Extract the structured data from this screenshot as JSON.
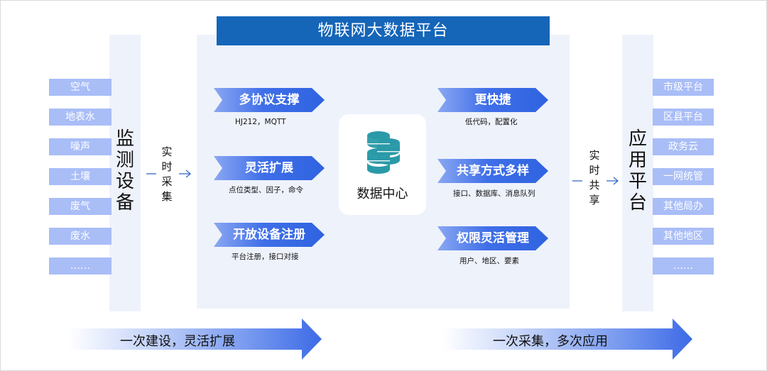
{
  "title": "物联网大数据平台",
  "monitor": {
    "label_chars": [
      "监",
      "测",
      "设",
      "备"
    ],
    "devices": [
      "空气",
      "地表水",
      "噪声",
      "土壤",
      "废气",
      "废水",
      "……"
    ]
  },
  "collect_left": {
    "chars": [
      "实",
      "时",
      "采",
      "集"
    ]
  },
  "features_left": [
    {
      "label": "多协议支撑",
      "sub": "HJ212，MQTT"
    },
    {
      "label": "灵活扩展",
      "sub": "点位类型、因子，命令"
    },
    {
      "label": "开放设备注册",
      "sub": "平台注册，接口对接"
    }
  ],
  "data_center": {
    "label": "数据中心",
    "icon": "database-icon",
    "icon_color": "#2a9aa8"
  },
  "features_right": [
    {
      "label": "更快捷",
      "sub": "低代码，配置化"
    },
    {
      "label": "共享方式多样",
      "sub": "接口、数据库、消息队列"
    },
    {
      "label": "权限灵活管理",
      "sub": "用户、地区、要素"
    }
  ],
  "share_right": {
    "chars": [
      "实",
      "时",
      "共",
      "享"
    ]
  },
  "app": {
    "label_chars": [
      "应",
      "用",
      "平",
      "台"
    ],
    "platforms": [
      "市级平台",
      "区县平台",
      "政务云",
      "一网统管",
      "其他局办",
      "其他地区",
      "……"
    ]
  },
  "bottom": {
    "left_text": "一次建设，灵活扩展",
    "right_text": "一次采集，多次应用"
  },
  "colors": {
    "title_bg": "#1565b8",
    "box": "#a9bdf7",
    "panel": "#eef2fb",
    "accent": "#3f6fe8"
  }
}
